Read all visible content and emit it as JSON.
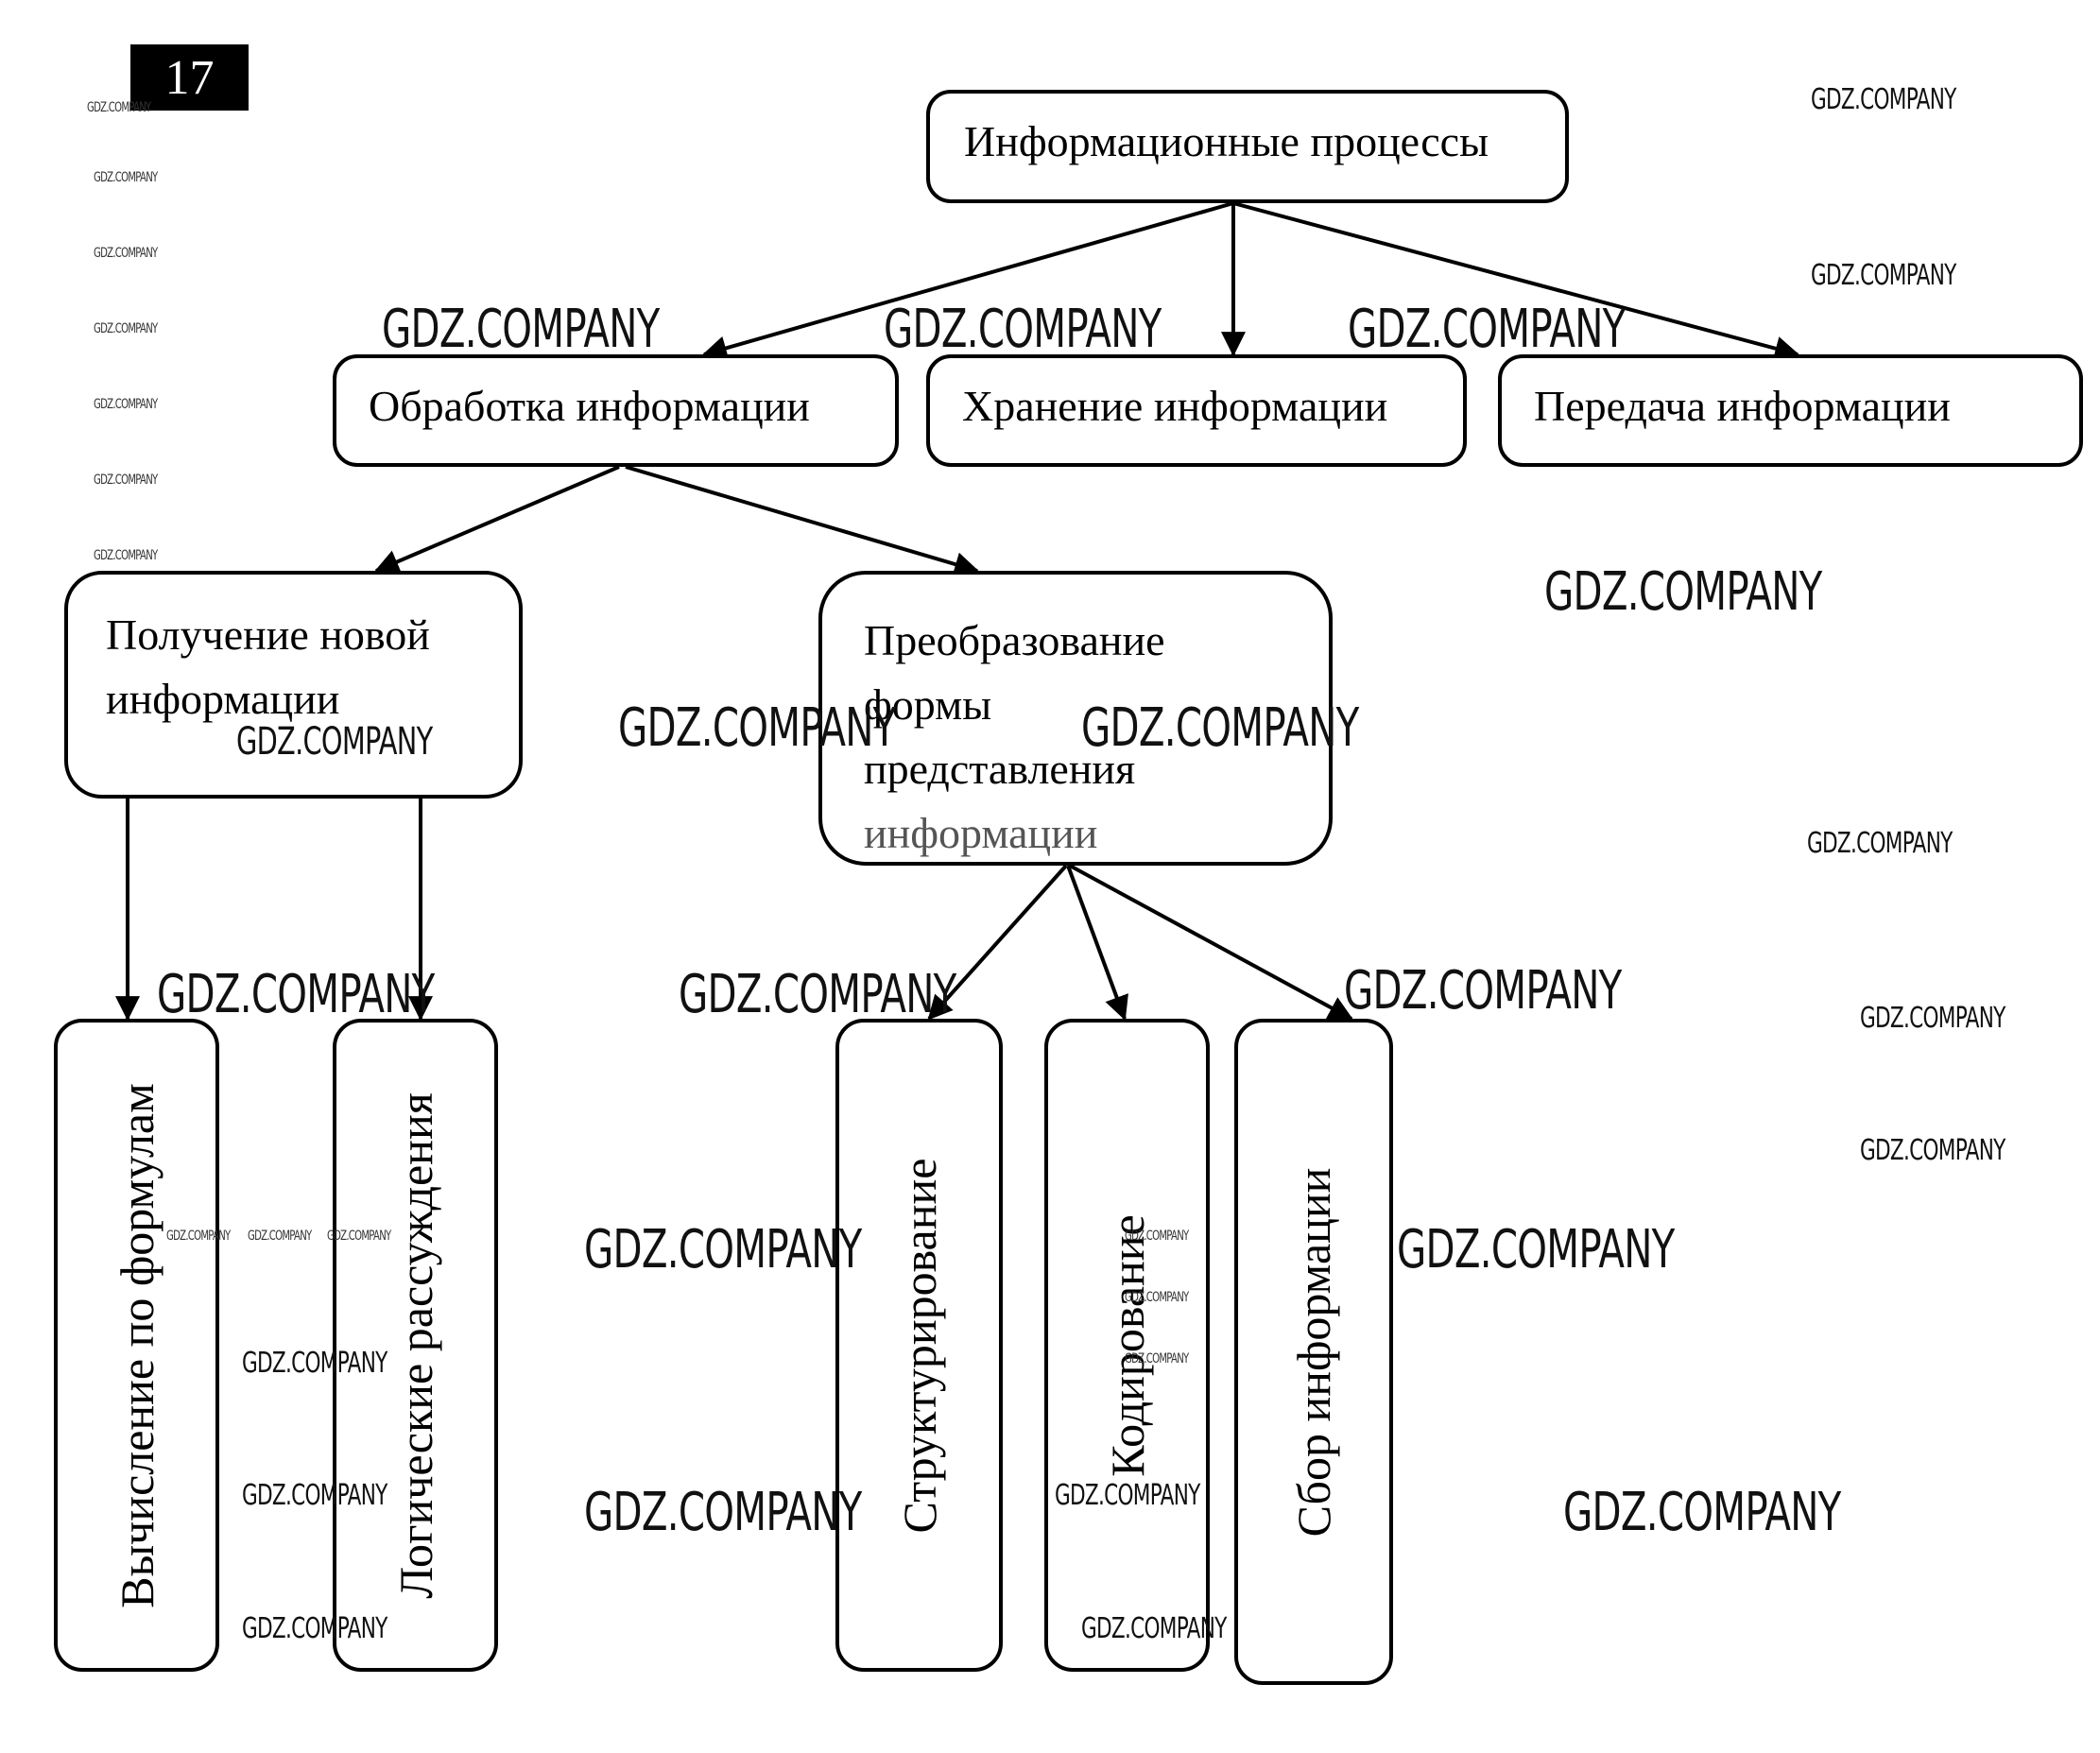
{
  "page_number": "17",
  "watermark_text": "GDZ.COMPANY",
  "diagram": {
    "root": {
      "id": "root",
      "label": "Информационные процессы"
    },
    "level1": [
      {
        "id": "processing",
        "label": "Обработка информации"
      },
      {
        "id": "storage",
        "label": "Хранение информации"
      },
      {
        "id": "transmission",
        "label": "Передача информации"
      }
    ],
    "level2": [
      {
        "id": "new-info",
        "label": "Получение новой информации",
        "lines": [
          "Получение новой",
          "информации"
        ]
      },
      {
        "id": "form-change",
        "label": "Преобразование формы представления информации",
        "lines": [
          "Преобразование",
          "формы",
          "представления",
          "информации"
        ]
      }
    ],
    "level3": [
      {
        "id": "formulas",
        "parent": "new-info",
        "label": "Вычисление по формулам"
      },
      {
        "id": "logic",
        "parent": "new-info",
        "label": "Логические рассуждения"
      },
      {
        "id": "structuring",
        "parent": "form-change",
        "label": "Структурирование"
      },
      {
        "id": "coding",
        "parent": "form-change",
        "label": "Кодирование"
      },
      {
        "id": "collection",
        "parent": "form-change",
        "label": "Сбор информации"
      }
    ],
    "edges": [
      [
        "root",
        "processing"
      ],
      [
        "root",
        "storage"
      ],
      [
        "root",
        "transmission"
      ],
      [
        "processing",
        "new-info"
      ],
      [
        "processing",
        "form-change"
      ],
      [
        "new-info",
        "formulas"
      ],
      [
        "new-info",
        "logic"
      ],
      [
        "form-change",
        "structuring"
      ],
      [
        "form-change",
        "coding"
      ],
      [
        "form-change",
        "collection"
      ]
    ]
  }
}
